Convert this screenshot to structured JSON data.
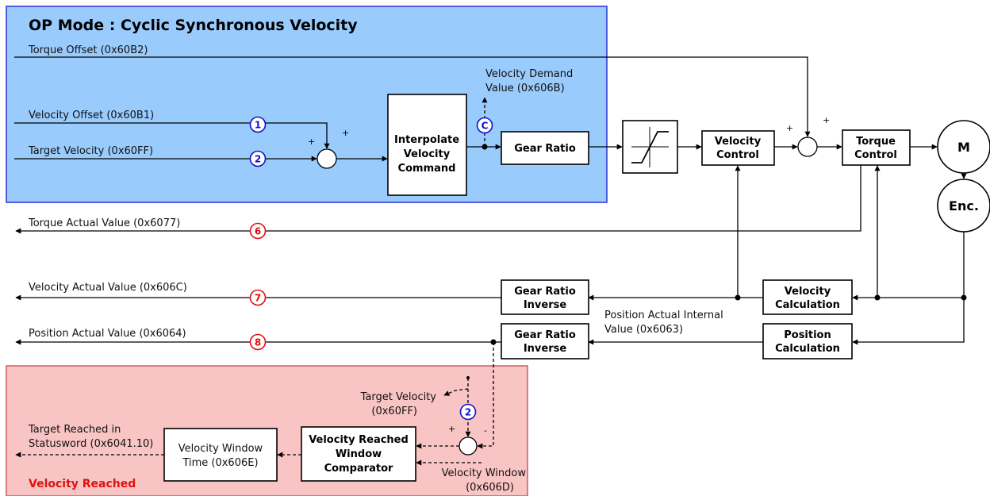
{
  "colors": {
    "op_region_fill": "#99cbfc",
    "op_region_border": "#2a32d6",
    "reached_region_fill": "#f9c4c4",
    "reached_region_border": "#d45a5a",
    "marker_blue": "#1010d0",
    "marker_red": "#e01010",
    "velocity_reached_text": "#e01010"
  },
  "op_mode": {
    "title": "OP Mode : Cyclic Synchronous Velocity"
  },
  "inputs": {
    "torque_offset": "Torque Offset (0x60B2)",
    "velocity_offset": "Velocity Offset (0x60B1)",
    "target_velocity": "Target Velocity (0x60FF)"
  },
  "outputs": {
    "torque_actual": "Torque Actual Value (0x6077)",
    "velocity_actual": "Velocity Actual Value (0x606C)",
    "position_actual": "Position Actual Value (0x6064)"
  },
  "blocks": {
    "interpolate": [
      "Interpolate",
      "Velocity",
      "Command"
    ],
    "gear_ratio": "Gear Ratio",
    "velocity_control": [
      "Velocity",
      "Control"
    ],
    "torque_control": [
      "Torque",
      "Control"
    ],
    "motor": "M",
    "encoder": "Enc.",
    "gear_ratio_inverse_1": [
      "Gear Ratio",
      "Inverse"
    ],
    "gear_ratio_inverse_2": [
      "Gear Ratio",
      "Inverse"
    ],
    "velocity_calculation": [
      "Velocity",
      "Calculation"
    ],
    "position_calculation": [
      "Position",
      "Calculation"
    ],
    "velocity_window_time": [
      "Velocity Window",
      "Time (0x606E)"
    ],
    "comparator": [
      "Velocity Reached",
      "Window",
      "Comparator"
    ]
  },
  "labels": {
    "velocity_demand": [
      "Velocity Demand",
      "Value (0x606B)"
    ],
    "position_actual_internal": [
      "Position Actual Internal",
      "Value (0x6063)"
    ],
    "target_reached": [
      "Target Reached in",
      "Statusword (0x6041.10)"
    ],
    "target_velocity_ref": [
      "Target Velocity",
      "(0x60FF)"
    ],
    "velocity_window": [
      "Velocity Window",
      "(0x606D)"
    ],
    "velocity_reached": "Velocity Reached"
  },
  "markers": {
    "m1": "1",
    "m2": "2",
    "mC": "C",
    "m6": "6",
    "m7": "7",
    "m8": "8",
    "m2b": "2"
  },
  "signs": {
    "plus": "+",
    "minus": "-"
  }
}
